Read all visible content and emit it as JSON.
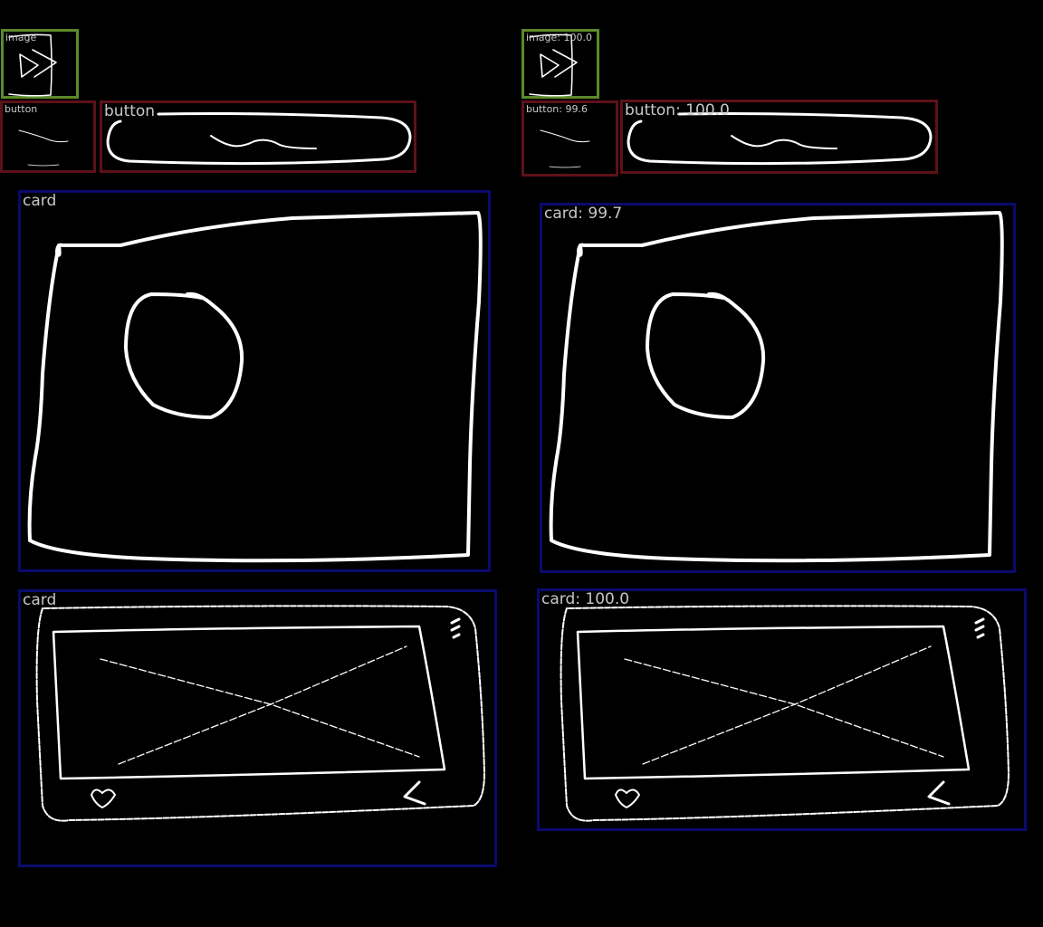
{
  "colors": {
    "background": "#000000",
    "image_box": "#5b8a2b",
    "button_box": "#5e1118",
    "card_box": "#0a0a6e",
    "label_text": "#c8c8c8",
    "sketch_stroke": "#ffffff"
  },
  "panels": {
    "ground_truth": {
      "image_label": "image",
      "button_small_label": "button",
      "button_wide_label": "button",
      "card_photo_label": "card",
      "card_device_label": "card"
    },
    "prediction": {
      "image_label": "image: 100.0",
      "button_small_label": "button: 99.6",
      "button_wide_label": "button: 100.0",
      "card_photo_label": "card: 99.7",
      "card_device_label": "card: 100.0"
    }
  },
  "icons": {
    "image_sketch": "fast-forward-icon",
    "card_photo_sketch": "circle-in-frame-sketch",
    "card_device_sketch": "image-placeholder-with-heart-and-share-sketch"
  }
}
